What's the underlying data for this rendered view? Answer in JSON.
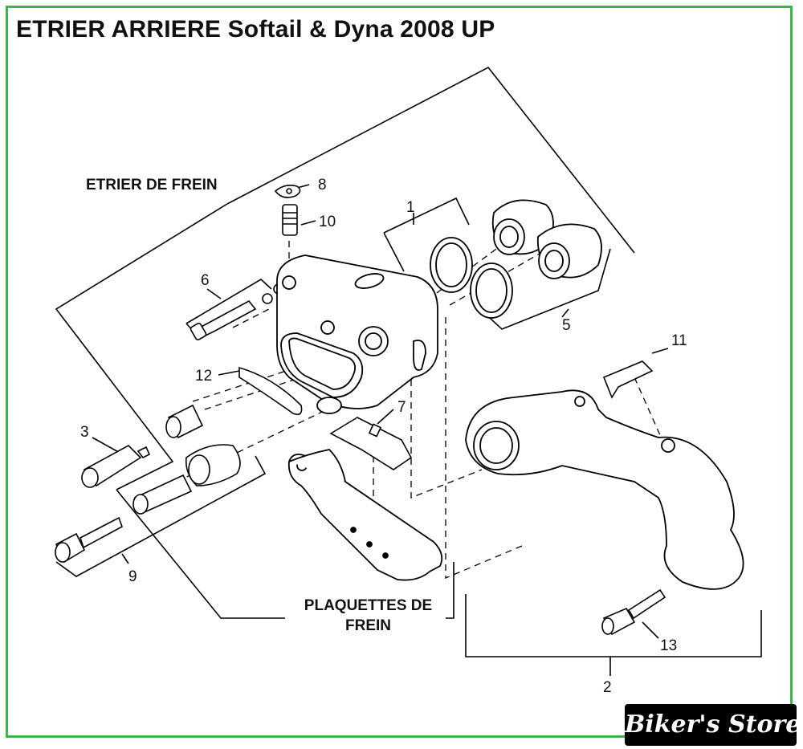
{
  "title": "ETRIER ARRIERE Softail & Dyna 2008 UP",
  "labels": {
    "caliper": "ETRIER DE FREIN",
    "pads_line1": "PLAQUETTES DE",
    "pads_line2": "FREIN"
  },
  "callouts": [
    "1",
    "2",
    "3",
    "5",
    "6",
    "7",
    "8",
    "9",
    "10",
    "11",
    "12",
    "13"
  ],
  "brand": "Biker's Store",
  "colors": {
    "border": "#3bb54a",
    "line": "#000000",
    "part_fill": "#ffffff"
  }
}
